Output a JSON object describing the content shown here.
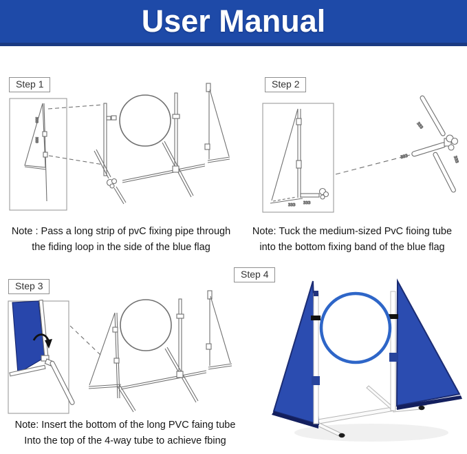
{
  "header": {
    "title": "User Manual",
    "background_color": "#1e4aa8",
    "border_color": "#1a3a82",
    "text_color": "#ffffff"
  },
  "steps": [
    {
      "label": "Step 1",
      "note": "Note : Pass a long strip of pvC fixing pipe through\nthe fiding loop in the side of the blue flag",
      "illustration": "exploded sketch: blue-flag panel in box, dashed guides to PVC pipe, hoop ring, cross base, second flag panel"
    },
    {
      "label": "Step 2",
      "note": "Note: Tuck the medium-sized PvC fioing tube\ninto the bottom fixing band of the blue flag",
      "illustration": "sketch: flag with bottom tube in box, dashed guide to medium PVC tube and 4-way connector with three tubes"
    },
    {
      "label": "Step 3",
      "note": "Note: Insert the bottom of the long PVC faing tube\nInto the top of the 4-way tube to achieve fbing",
      "illustration": "sketch: close-up of blue flag corner with rotation arrow, dashed guide to assembled hoop jump frame"
    },
    {
      "label": "Step 4",
      "note": "",
      "illustration": "color render of finished agility hoop jump: two blue triangular flags, white poles, blue hoop, white cross base"
    }
  ],
  "colors": {
    "flag_blue": "#2b4cb0",
    "flag_dark_edge": "#131f5e",
    "hoop_blue": "#2e66c8",
    "sketch_line_gray": "#6f6f6f",
    "base_white": "#fafafa"
  }
}
